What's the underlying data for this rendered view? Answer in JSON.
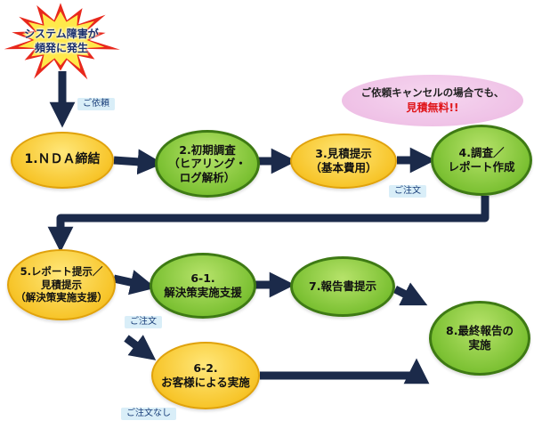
{
  "burst": {
    "line1": "システム障害が",
    "line2": "頻発に発生"
  },
  "tags": {
    "irai": "ご依頼",
    "chumon1": "ご注文",
    "chumon2": "ご注文",
    "chumon_nashi": "ご注文なし"
  },
  "speech": {
    "line1": "ご依頼キャンセルの場合でも、",
    "line2": "見積無料!!"
  },
  "nodes": {
    "n1": {
      "l1": "1.ＮＤＡ締結"
    },
    "n2": {
      "l1": "2.初期調査",
      "l2": "（ヒアリング・",
      "l3": "ログ解析）"
    },
    "n3": {
      "l1": "3.見積提示",
      "l2": "（基本費用）"
    },
    "n4": {
      "l1": "4.調査／",
      "l2": "レポート作成"
    },
    "n5": {
      "l1": "5.レポート提示／",
      "l2": "見積提示",
      "l3": "（解決策実施支援）"
    },
    "n61": {
      "l1": "6-1.",
      "l2": "解決策実施支援"
    },
    "n62": {
      "l1": "6-2.",
      "l2": "お客様による実施"
    },
    "n7": {
      "l1": "7.報告書提示"
    },
    "n8": {
      "l1": "8.最終報告の",
      "l2": "実施"
    }
  },
  "colors": {
    "arrow": "#1b2a4a",
    "yellow_node": "#f7c52a",
    "green_node": "#7cc133",
    "tag_bg": "#d9eef8",
    "burst_outer": "#e8281c",
    "burst_inner": "#ffe94a",
    "emphasis_red": "#e0151a"
  }
}
